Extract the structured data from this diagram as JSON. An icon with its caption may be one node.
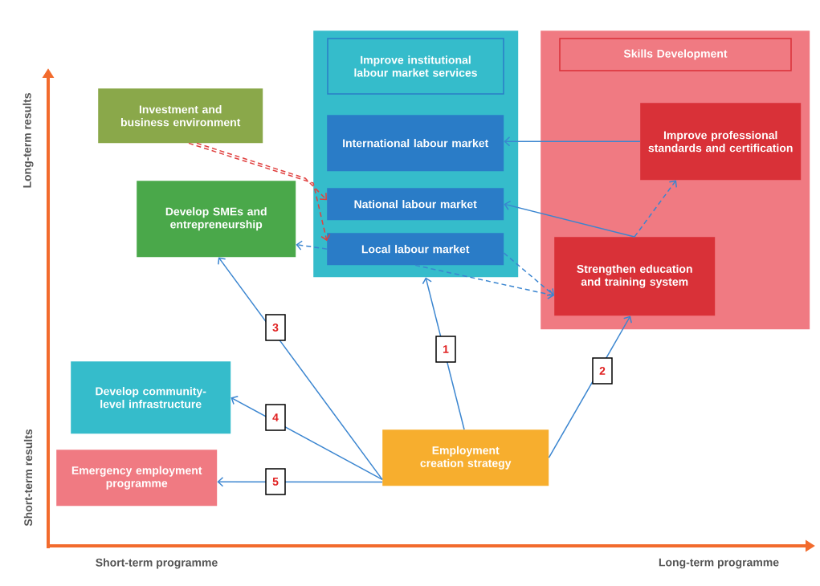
{
  "diagram": {
    "nodes": [
      {
        "text": [
          "Improve institutional labour market services"
        ]
      },
      {
        "text": [
          "International labour market"
        ],
        "in": 0
      },
      {
        "text": [
          "National labour market"
        ],
        "in": 0
      },
      {
        "text": [
          "Local labour market"
        ],
        "in": 0
      },
      {
        "text": [
          "Skills Development"
        ]
      },
      {
        "text": [
          "Improve professional standards and certification"
        ],
        "in": 4
      },
      {
        "text": [
          "Strengthen education and training system"
        ],
        "in": 4
      },
      {
        "text": [
          "Investment and business environment"
        ]
      },
      {
        "text": [
          "Develop SMEs and entrepreneurship"
        ]
      },
      {
        "text": [
          "Develop community-level infrastructure"
        ]
      },
      {
        "text": [
          "Emergency employment programme"
        ]
      },
      {
        "text": [
          "Employment creation strategy"
        ]
      }
    ],
    "edges": [
      {
        "from": 11,
        "to": 0,
        "arrow": "to",
        "label": "1"
      },
      {
        "from": 11,
        "to": 6,
        "arrow": "to",
        "label": "2"
      },
      {
        "from": 11,
        "to": 8,
        "arrow": "to",
        "label": "3"
      },
      {
        "from": 11,
        "to": 9,
        "arrow": "to",
        "label": "4"
      },
      {
        "from": 11,
        "to": 10,
        "arrow": "to",
        "label": "5"
      },
      {
        "from": 5,
        "to": 1,
        "arrow": "to"
      },
      {
        "from": 6,
        "to": 2,
        "arrow": "to"
      },
      {
        "from": 6,
        "to": 5,
        "arrow": "to",
        "style": "dashed"
      },
      {
        "from": 3,
        "to": 6,
        "arrow": "to",
        "style": "dashed"
      },
      {
        "from": 3,
        "to": 6,
        "arrow": "to",
        "style": "dashed"
      },
      {
        "from": 3,
        "to": 8,
        "arrow": "to",
        "style": "dashed"
      },
      {
        "from": 7,
        "to": 2,
        "arrow": "to",
        "style": "dashed",
        "color": "#e0403f"
      },
      {
        "from": 7,
        "to": 3,
        "arrow": "to",
        "style": "dashed",
        "color": "#e0403f"
      }
    ],
    "labels": [
      "Long-term results",
      "Short-term results",
      "Short-term programme",
      "Long-term programme"
    ]
  }
}
